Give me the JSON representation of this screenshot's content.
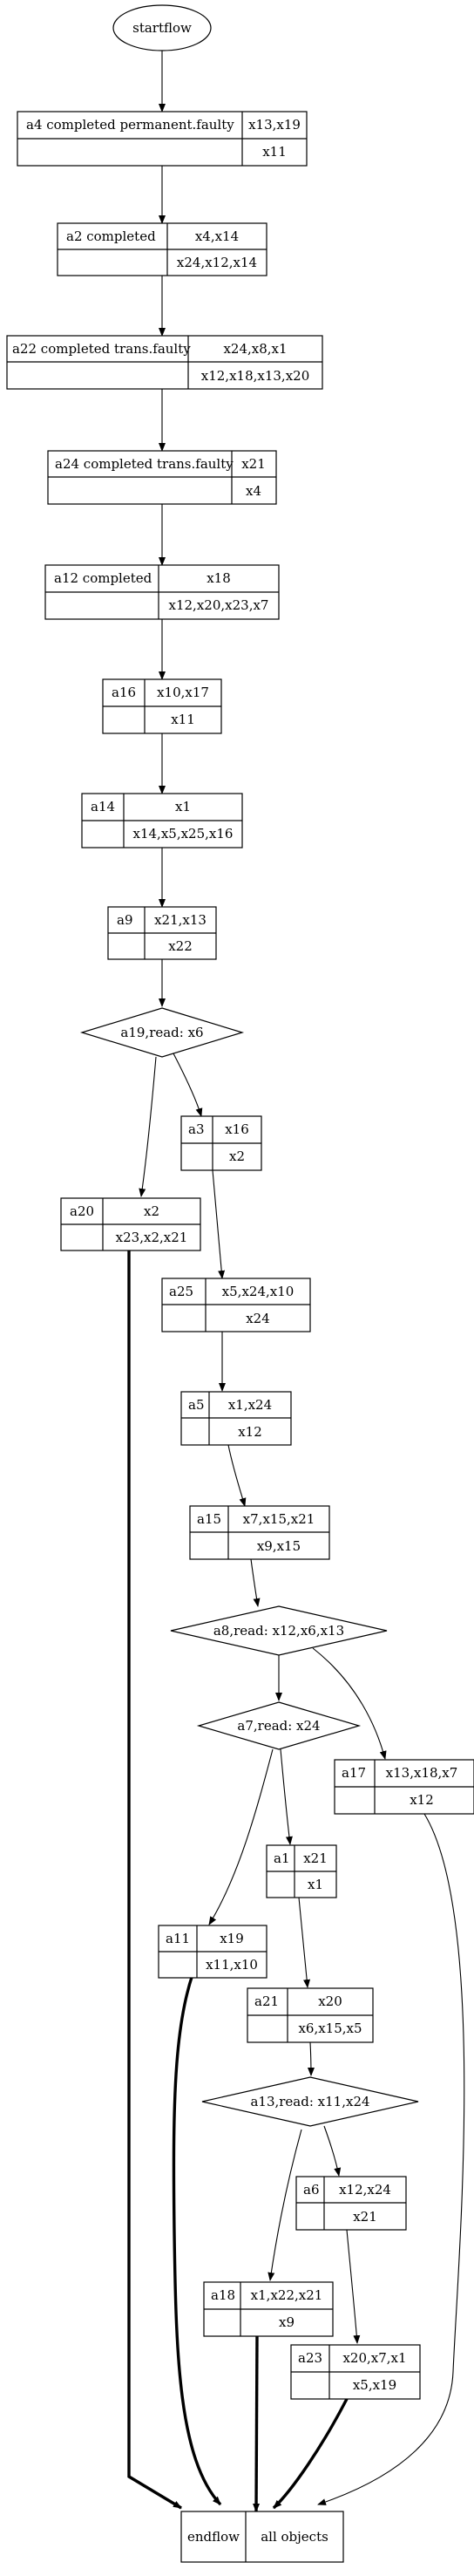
{
  "nodes": {
    "startflow": {
      "label": "startflow"
    },
    "a4": {
      "name": "a4 completed permanent.faulty",
      "top": "x13,x19",
      "bottom": "x11"
    },
    "a2": {
      "name": "a2 completed",
      "top": "x4,x14",
      "bottom": "x24,x12,x14"
    },
    "a22": {
      "name": "a22 completed trans.faulty",
      "top": "x24,x8,x1",
      "bottom": "x12,x18,x13,x20"
    },
    "a24": {
      "name": "a24 completed trans.faulty",
      "top": "x21",
      "bottom": "x4"
    },
    "a12": {
      "name": "a12 completed",
      "top": "x18",
      "bottom": "x12,x20,x23,x7"
    },
    "a16": {
      "name": "a16",
      "top": "x10,x17",
      "bottom": "x11"
    },
    "a14": {
      "name": "a14",
      "top": "x1",
      "bottom": "x14,x5,x25,x16"
    },
    "a9": {
      "name": "a9",
      "top": "x21,x13",
      "bottom": "x22"
    },
    "a19": {
      "label": "a19,read: x6"
    },
    "a3": {
      "name": "a3",
      "top": "x16",
      "bottom": "x2"
    },
    "a20": {
      "name": "a20",
      "top": "x2",
      "bottom": "x23,x2,x21"
    },
    "a25": {
      "name": "a25",
      "top": "x5,x24,x10",
      "bottom": "x24"
    },
    "a5": {
      "name": "a5",
      "top": "x1,x24",
      "bottom": "x12"
    },
    "a15": {
      "name": "a15",
      "top": "x7,x15,x21",
      "bottom": "x9,x15"
    },
    "a8": {
      "label": "a8,read: x12,x6,x13"
    },
    "a7": {
      "label": "a7,read: x24"
    },
    "a17": {
      "name": "a17",
      "top": "x13,x18,x7",
      "bottom": "x12"
    },
    "a1": {
      "name": "a1",
      "top": "x21",
      "bottom": "x1"
    },
    "a11": {
      "name": "a11",
      "top": "x19",
      "bottom": "x11,x10"
    },
    "a21": {
      "name": "a21",
      "top": "x20",
      "bottom": "x6,x15,x5"
    },
    "a13": {
      "label": "a13,read: x11,x24"
    },
    "a6": {
      "name": "a6",
      "top": "x12,x24",
      "bottom": "x21"
    },
    "a18": {
      "name": "a18",
      "top": "x1,x22,x21",
      "bottom": "x9"
    },
    "a23": {
      "name": "a23",
      "top": "x20,x7,x1",
      "bottom": "x5,x19"
    },
    "endflow": {
      "name": "endflow",
      "right": "all objects"
    }
  }
}
